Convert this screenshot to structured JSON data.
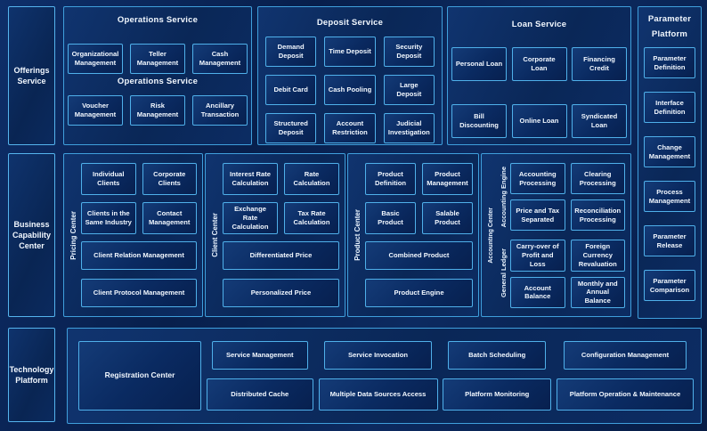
{
  "offerings": {
    "label": "Offerings Service"
  },
  "operations": {
    "title": "Operations Service",
    "subtitle": "Operations Service",
    "row1": [
      "Organizational Management",
      "Teller Management",
      "Cash Management"
    ],
    "row2": [
      "Voucher Management",
      "Risk Management",
      "Ancillary Transaction"
    ]
  },
  "deposit": {
    "title": "Deposit Service",
    "boxes": [
      "Demand Deposit",
      "Time Deposit",
      "Security Deposit",
      "Debit Card",
      "Cash Pooling",
      "Large Deposit",
      "Structured Deposit",
      "Account Restriction",
      "Judicial Investigation"
    ]
  },
  "loan": {
    "title": "Loan Service",
    "row1": [
      "Personal Loan",
      "Corporate Loan",
      "Financing Credit"
    ],
    "row2": [
      "Bill Discounting",
      "Online Loan",
      "Syndicated Loan"
    ]
  },
  "parameter": {
    "title1": "Parameter",
    "title2": "Platform",
    "items": [
      "Parameter Definition",
      "Interface Definition",
      "Change Management",
      "Process Management",
      "Parameter Release",
      "Parameter Comparison"
    ]
  },
  "business": {
    "label": "Business Capability Center",
    "client": {
      "vertical": "Pricing Center",
      "small": [
        "Individual Clients",
        "Corporate Clients",
        "Clients in the Same Industry",
        "Contact Management"
      ],
      "wide": [
        "Client Relation Management",
        "Client Protocol Management"
      ]
    },
    "pricing": {
      "vertical": "Client Center",
      "small": [
        "Interest Rate Calculation",
        "Rate Calculation",
        "Exchange Rate Calculation",
        "Tax Rate Calculation"
      ],
      "wide": [
        "Differentiated Price",
        "Personalized Price"
      ]
    },
    "product": {
      "vertical": "Product Center",
      "small": [
        "Product Definition",
        "Product Management",
        "Basic Product",
        "Salable Product"
      ],
      "wide": [
        "Combined Product",
        "Product Engine"
      ]
    },
    "accounting": {
      "vertical": "Accounting Center",
      "engine_label": "Accounting Engine",
      "ledger_label": "General Ledger",
      "engine_boxes": [
        "Accounting Processing",
        "Clearing Processing",
        "Price and Tax Separated",
        "Reconciliation Processing"
      ],
      "ledger_boxes": [
        "Carry-over of Profit and Loss",
        "Foreign Currency Revaluation",
        "Account Balance",
        "Monthly and Annual Balance"
      ]
    }
  },
  "technology": {
    "label": "Technology Platform",
    "registration": "Registration Center",
    "columns": [
      {
        "top": "Service Management",
        "bottom": "Distributed Cache"
      },
      {
        "top": "Service Invocation",
        "bottom": "Multiple Data Sources Access"
      },
      {
        "top": "Batch Scheduling",
        "bottom": "Platform Monitoring"
      },
      {
        "top": "Configuration Management",
        "bottom": "Platform Operation & Maintenance"
      }
    ]
  },
  "colors": {
    "page_bg": "#0a2357",
    "panel_bg": "#0c2c64",
    "box_bg": "#0a2a61",
    "border": "#4fb0ea",
    "text": "#f2f8ff"
  }
}
